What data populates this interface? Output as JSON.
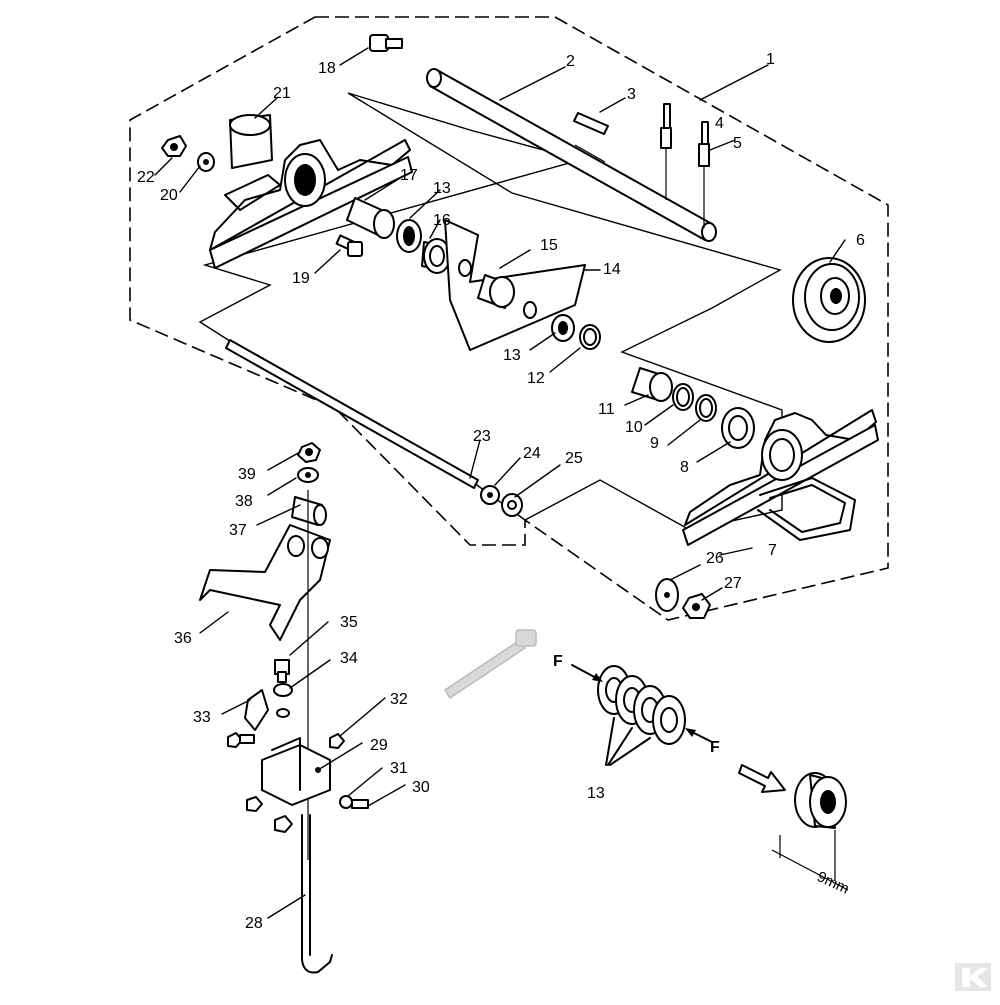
{
  "callouts": [
    "1",
    "2",
    "3",
    "4",
    "5",
    "6",
    "7",
    "8",
    "9",
    "10",
    "11",
    "12",
    "13",
    "13",
    "14",
    "15",
    "16",
    "17",
    "18",
    "19",
    "20",
    "21",
    "22",
    "23",
    "24",
    "25",
    "26",
    "27",
    "28",
    "29",
    "30",
    "31",
    "32",
    "33",
    "34",
    "35",
    "36",
    "37",
    "38",
    "39",
    "13"
  ],
  "labels": {
    "force_left": "F",
    "force_right": "F",
    "dimension": "9mm"
  },
  "brand_mark": "K"
}
